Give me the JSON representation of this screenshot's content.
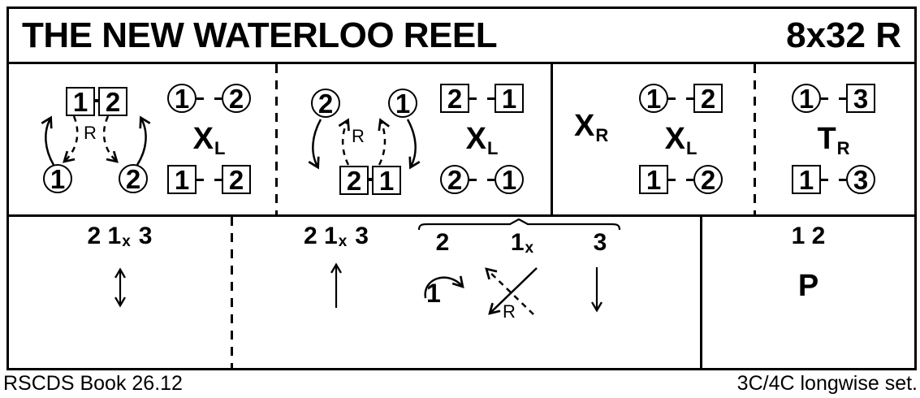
{
  "header": {
    "title": "THE NEW WATERLOO REEL",
    "repeats": "8x32 R"
  },
  "footer": {
    "source": "RSCDS Book 26.12",
    "formation": "3C/4C longwise set."
  },
  "colors": {
    "ink": "#000000",
    "paper": "#ffffff"
  },
  "top": {
    "c1": {
      "fig": {
        "sq": [
          "1",
          "2"
        ],
        "circ": [
          "1",
          "2"
        ],
        "hand": "R",
        "icons": [
          "solid-curved-up-arrows",
          "dashed-curved-down-arrows"
        ]
      },
      "grp": {
        "top": [
          "1",
          "2"
        ],
        "top_shapes": [
          "circle",
          "circle"
        ],
        "op": "X",
        "sub": "L",
        "bot": [
          "1",
          "2"
        ],
        "bot_shapes": [
          "square",
          "square"
        ]
      }
    },
    "c2": {
      "fig": {
        "circ": [
          "2",
          "1"
        ],
        "sq": [
          "2",
          "1"
        ],
        "hand": "R",
        "icons": [
          "solid-curved-down-arrows",
          "dashed-curved-up-arrows"
        ]
      },
      "grp": {
        "top": [
          "2",
          "1"
        ],
        "top_shapes": [
          "square",
          "square"
        ],
        "op": "X",
        "sub": "L",
        "bot": [
          "2",
          "1"
        ],
        "bot_shapes": [
          "circle",
          "circle"
        ]
      }
    },
    "c3": {
      "op_left": {
        "letter": "X",
        "sub": "R"
      },
      "grp": {
        "top": [
          "1",
          "2"
        ],
        "top_shapes": [
          "circle",
          "square"
        ],
        "op": "X",
        "sub": "L",
        "bot": [
          "1",
          "2"
        ],
        "bot_shapes": [
          "square",
          "circle"
        ]
      }
    },
    "c4": {
      "grp": {
        "top": [
          "1",
          "3"
        ],
        "top_shapes": [
          "circle",
          "square"
        ],
        "op": "T",
        "sub": "R",
        "bot": [
          "1",
          "3"
        ],
        "bot_shapes": [
          "square",
          "circle"
        ]
      }
    }
  },
  "bottom": {
    "b1": {
      "order_a": "2 1",
      "order_x": "x",
      "order_b": "3",
      "icon": "up-down-arrow"
    },
    "b2": {
      "left": {
        "order_a": "2 1",
        "order_x": "x",
        "order_b": "3",
        "icon": "up-arrow"
      },
      "right": {
        "lab_a": "2",
        "lab_b": "1",
        "lab_b_x": "x",
        "lab_c": "3",
        "cast_label": "1",
        "cross_hand": "R",
        "icons": [
          "brace",
          "cast-right-arrow",
          "crossed-arrows",
          "down-arrow"
        ]
      }
    },
    "b3": {
      "order": "1 2",
      "op": "P"
    }
  }
}
